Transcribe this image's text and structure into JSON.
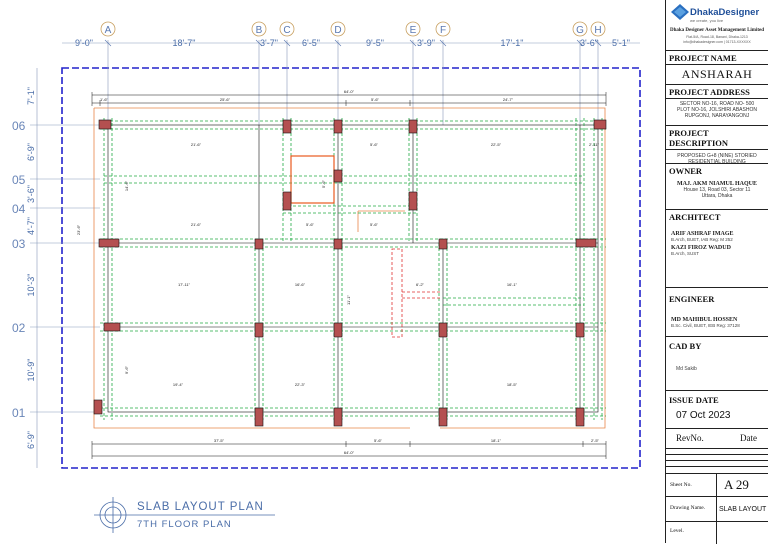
{
  "grid": {
    "columns": [
      "A",
      "B",
      "C",
      "D",
      "E",
      "F",
      "G",
      "H"
    ],
    "rows": [
      "06",
      "05",
      "04",
      "03",
      "02",
      "01"
    ],
    "top_spacings": [
      "9'-0\"",
      "18'-7\"",
      "3'-7\"",
      "6'-5\"",
      "9'-5\"",
      "3'-9\"",
      "17'-1\"",
      "3'-6\"",
      "5'-1\""
    ],
    "left_spacings": [
      "7'-1\"",
      "6'-9\"",
      "3'-6\"",
      "4'-7\"",
      "10'-3\"",
      "10'-9\"",
      "6'-9\""
    ]
  },
  "plan": {
    "overall_dim": "64'-0\"",
    "top_segments": [
      "1'-6\"",
      "25'-6\"",
      "5'-6\"",
      "24'-7\""
    ],
    "bottom_segments": [
      "37'-5\"",
      "5'-6\"",
      "18'-1\"",
      "2'-5\""
    ],
    "left_dim": "23'-6\"",
    "inner_dims": [
      "21'-6\"",
      "5'-6\"",
      "22'-5\"",
      "21'-6\"",
      "5'-6\"",
      "5'-6\"",
      "17'-11\"",
      "16'-6\"",
      "6'-2\"",
      "16'-1\"",
      "19'-4\"",
      "22'-3\"",
      "18'-5\"",
      "2'-11\"",
      "14'-6\"",
      "9'-6\"",
      "11'-1\"",
      "5'-6\""
    ]
  },
  "plan_title": {
    "main": "SLAB LAYOUT PLAN",
    "sub": "7TH FLOOR PLAN"
  },
  "title_block": {
    "company": "DhakaDesigner",
    "tagline": "we create, you live",
    "company_full": "Dhaka Designer Asset Management Limited",
    "address_line": "Flat-5/A, Road-18, Banani, Dhaka-1213",
    "contact_line": "info@dhakadesigner.com | 01713-XXXXXX",
    "project_name_label": "PROJECT NAME",
    "project_name": "ANSHARAH",
    "project_address_label": "PROJECT ADDRESS",
    "project_address": [
      "SECTOR NO-16, ROAD NO- 500",
      "PLOT NO-16, JOLSHIRI ABASHON",
      "RUPGONJ, NARAYANGONJ"
    ],
    "project_description_label": "PROJECT DESCRIPTION",
    "project_description": [
      "PROPOSED G+8 (NINE) STORIED",
      "RESIDENTIAL BUILDING"
    ],
    "owner_label": "OWNER",
    "owner_name": "MAJ. AKM NIAMUL HAQUE",
    "owner_address": [
      "House 13, Road 03, Sector 11",
      "Uttara, Dhaka"
    ],
    "architect_label": "ARCHITECT",
    "architect_1": "ARIF ASHRAF IMAGE",
    "architect_1_reg": "B.Arch, BUET, IAB Reg: M 252",
    "architect_2": "KAZI FIROZ WADUD",
    "architect_2_reg": "B.Arch, SUST",
    "engineer_label": "ENGINEER",
    "engineer_name": "MD MAHIBUL HOSSEN",
    "engineer_reg": "B.Sc. Civil, BUET, IEB Reg: 37128",
    "cad_label": "CAD BY",
    "cad_name": "Md Sakib",
    "issue_label": "ISSUE DATE",
    "issue_date": "07 Oct 2023",
    "rev_label": "RevNo.",
    "date_label": "Date",
    "sheet_label": "Sheet No.",
    "sheet_no": "A 29",
    "drawing_label": "Drawing Name.",
    "drawing_name": "SLAB LAYOUT",
    "level_label": "Level."
  }
}
